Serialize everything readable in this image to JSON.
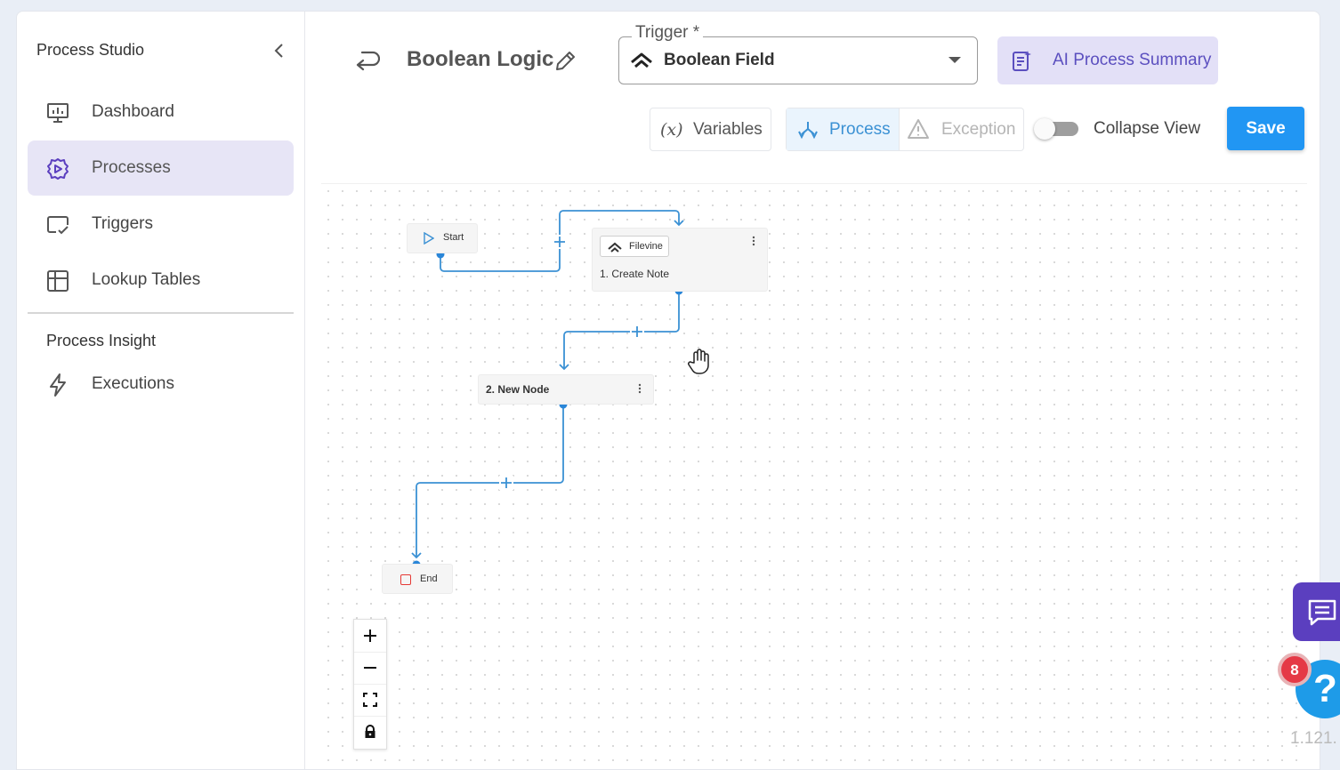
{
  "sidebar": {
    "title": "Process Studio",
    "items": [
      {
        "label": "Dashboard",
        "icon": "monitor-chart-icon"
      },
      {
        "label": "Processes",
        "icon": "gear-cycle-icon",
        "active": true
      },
      {
        "label": "Triggers",
        "icon": "screen-check-icon"
      },
      {
        "label": "Lookup Tables",
        "icon": "table-icon"
      }
    ],
    "section_title": "Process Insight",
    "section_items": [
      {
        "label": "Executions",
        "icon": "lightning-icon"
      }
    ]
  },
  "header": {
    "process_title": "Boolean Logic",
    "trigger": {
      "legend": "Trigger *",
      "value": "Boolean Field"
    },
    "ai_button_label": "AI Process Summary"
  },
  "toolbar": {
    "variables_symbol": "(x)",
    "variables_label": "Variables",
    "process_tab_label": "Process",
    "exception_tab_label": "Exception",
    "collapse_view_label": "Collapse View",
    "collapse_view_on": false,
    "save_label": "Save"
  },
  "flow": {
    "start_label": "Start",
    "filevine_badge": "Filevine",
    "node1_title": "1. Create Note",
    "node2_title": "2. New Node",
    "end_label": "End"
  },
  "floating": {
    "notification_count": "8",
    "help_symbol": "?",
    "version": "1.121."
  },
  "colors": {
    "accent_blue": "#2196f3",
    "edge_blue": "#3b91d4",
    "active_nav_bg": "#e7e5f6",
    "ai_purple": "#5b4fbf",
    "chat_purple": "#5b3fbf",
    "badge_red": "#e53946"
  }
}
